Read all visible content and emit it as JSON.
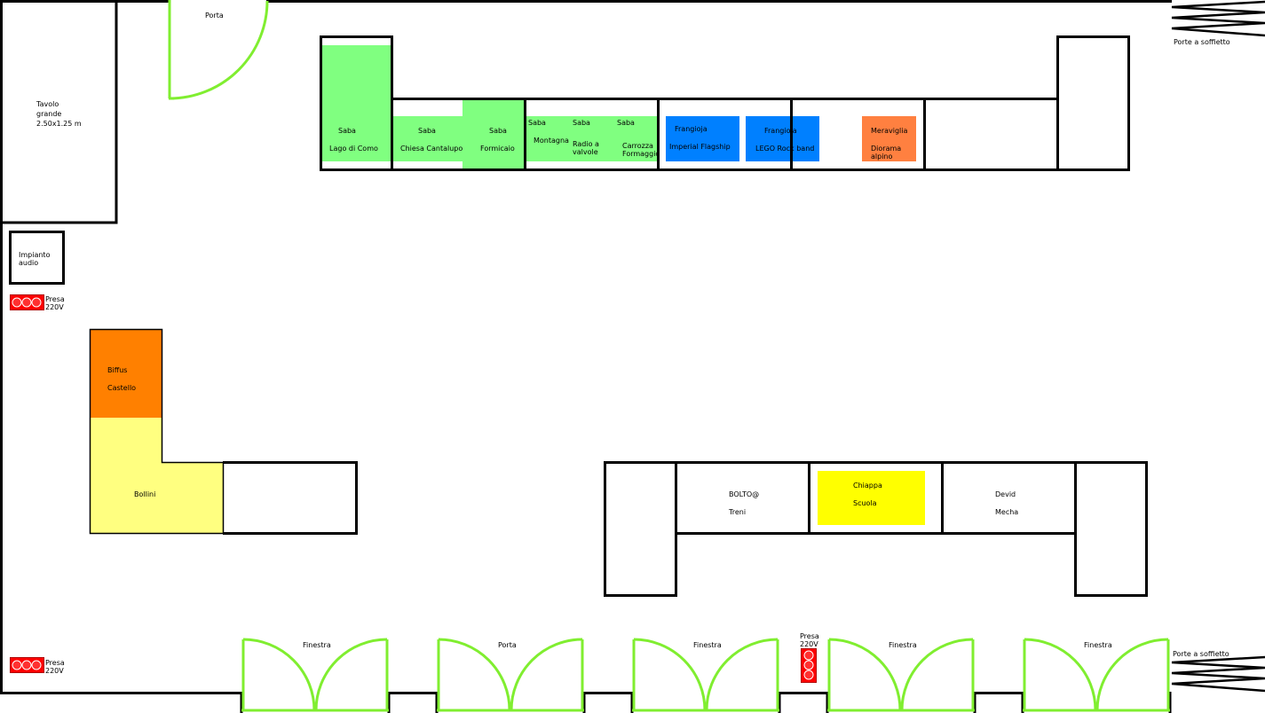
{
  "colors": {
    "wall": "#000000",
    "door": "#80ee30",
    "green": "#80ff80",
    "blue": "#0080ff",
    "orange_light": "#ff8040",
    "orange": "#ff8000",
    "yellow_light": "#ffff80",
    "yellow": "#ffff00",
    "outlet": "#ff0000"
  },
  "labels": {
    "porta_top": "Porta",
    "porte_soffietto_top": "Porte a soffietto",
    "porte_soffietto_bottom": "Porte a soffietto",
    "tavolo_l1": "Tavolo",
    "tavolo_l2": "grande",
    "tavolo_l3": "2.50x1.25 m",
    "impianto_l1": "Impianto",
    "impianto_l2": "audio",
    "presa_label": "Presa",
    "presa_volt": "220V",
    "finestra_1": "Finestra",
    "porta_bottom": "Porta",
    "finestra_2": "Finestra",
    "finestra_3": "Finestra",
    "finestra_4": "Finestra"
  },
  "exhibits": {
    "saba_lago": {
      "author": "Saba",
      "title": "Lago di Como"
    },
    "saba_chiesa": {
      "author": "Saba",
      "title": "Chiesa Cantalupo"
    },
    "saba_formicaio": {
      "author": "Saba",
      "title": "Formicaio"
    },
    "saba_montagna": {
      "author": "Saba",
      "title": "Montagna"
    },
    "saba_radio": {
      "author": "Saba",
      "title_l1": "Radio a",
      "title_l2": "valvole"
    },
    "saba_carrozza": {
      "author": "Saba",
      "title_l1": "Carrozza",
      "title_l2": "Formaggio"
    },
    "frangioja_imperial": {
      "author": "Frangioja",
      "title": "Imperial Flagship"
    },
    "frangioja_lego": {
      "author": "Frangioja",
      "title": "LEGO Rock band"
    },
    "meraviglia": {
      "author": "Meraviglia",
      "title_l1": "Diorama",
      "title_l2": "alpino"
    },
    "biffus": {
      "author": "Biffus",
      "title": "Castello"
    },
    "bollini": {
      "author": "Bollini"
    },
    "bolto": {
      "author": "BOLTO@",
      "title": "Treni"
    },
    "chiappa": {
      "author": "Chiappa",
      "title": "Scuola"
    },
    "devid": {
      "author": "Devid",
      "title": "Mecha"
    }
  }
}
